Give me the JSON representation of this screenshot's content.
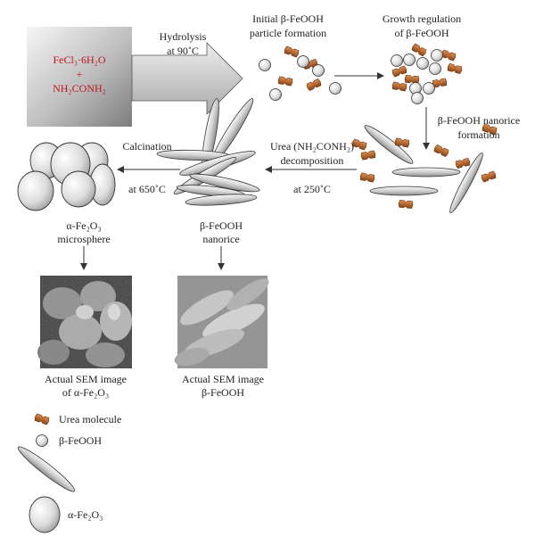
{
  "reactants": {
    "line1": "FeCl₃·6H₂O",
    "line2": "+",
    "line3": "NH₂CONH₂"
  },
  "steps": {
    "hydrolysis": "Hydrolysis",
    "hydrolysis_temp": "at 90˚C",
    "initial_formation_1": "Initial β-FeOOH",
    "initial_formation_2": "particle formation",
    "growth_1": "Growth regulation",
    "growth_2": "of β-FeOOH",
    "nanorice_formation_1": "β-FeOOH nanorice",
    "nanorice_formation_2": "formation",
    "urea_decomp_1": "Urea (NH₂CONH₂)",
    "urea_decomp_2": "decomposition",
    "urea_decomp_temp": "at 250˚C",
    "calcination": "Calcination",
    "calcination_temp": "at 650˚C"
  },
  "products": {
    "microsphere_1": "α-Fe₂O₃",
    "microsphere_2": "microsphere",
    "nanorice_1": "β-FeOOH",
    "nanorice_2": "nanorice"
  },
  "sem": {
    "left_1": "Actual SEM image",
    "left_2": "of α-Fe₂O₃",
    "right_1": "Actual SEM image",
    "right_2": "β-FeOOH"
  },
  "legend": {
    "urea": "Urea molecule",
    "sphere": "β-FeOOH",
    "big_sphere": "α-Fe₂O₃"
  },
  "colors": {
    "reactant_text": "#c0161c",
    "urea_fill": "#c0622a",
    "urea_dark": "#7a3a12"
  }
}
